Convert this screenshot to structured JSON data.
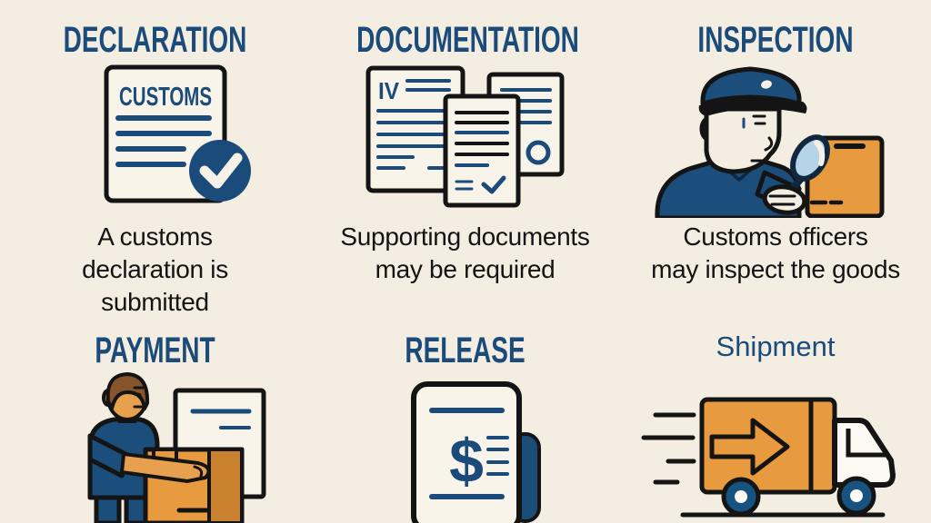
{
  "colors": {
    "background": "#f4ede1",
    "navy": "#1b4b7a",
    "navy_dark": "#10273f",
    "outline_black": "#141414",
    "caption_text": "#141414",
    "orange": "#e89a3f",
    "orange_dark": "#c9802f",
    "paper_cream": "#f9f4ea",
    "lens_blue": "#b6d4e7",
    "skin_tan": "#e7a04e",
    "hair_brown": "#87552c",
    "wheel_blue": "#175380"
  },
  "steps": [
    {
      "title": "DECLARATION",
      "icon": "customs-declaration-check-icon",
      "icon_label": "CUSTOMS",
      "caption_lines": [
        "A customs",
        "declaration is",
        "submitted"
      ]
    },
    {
      "title": "DOCUMENTATION",
      "icon": "supporting-documents-icon",
      "icon_label": "IV",
      "caption_lines": [
        "Supporting documents",
        "may be required"
      ]
    },
    {
      "title": "INSPECTION",
      "icon": "officer-inspecting-box-icon",
      "caption_lines": [
        "Customs officers",
        "may inspect the goods"
      ]
    },
    {
      "title": "PAYMENT",
      "icon": "worker-package-invoice-icon"
    },
    {
      "title": "RELEASE",
      "icon": "dollar-receipt-icon",
      "icon_label": "$"
    },
    {
      "title": "Shipment",
      "icon": "delivery-truck-icon"
    }
  ]
}
